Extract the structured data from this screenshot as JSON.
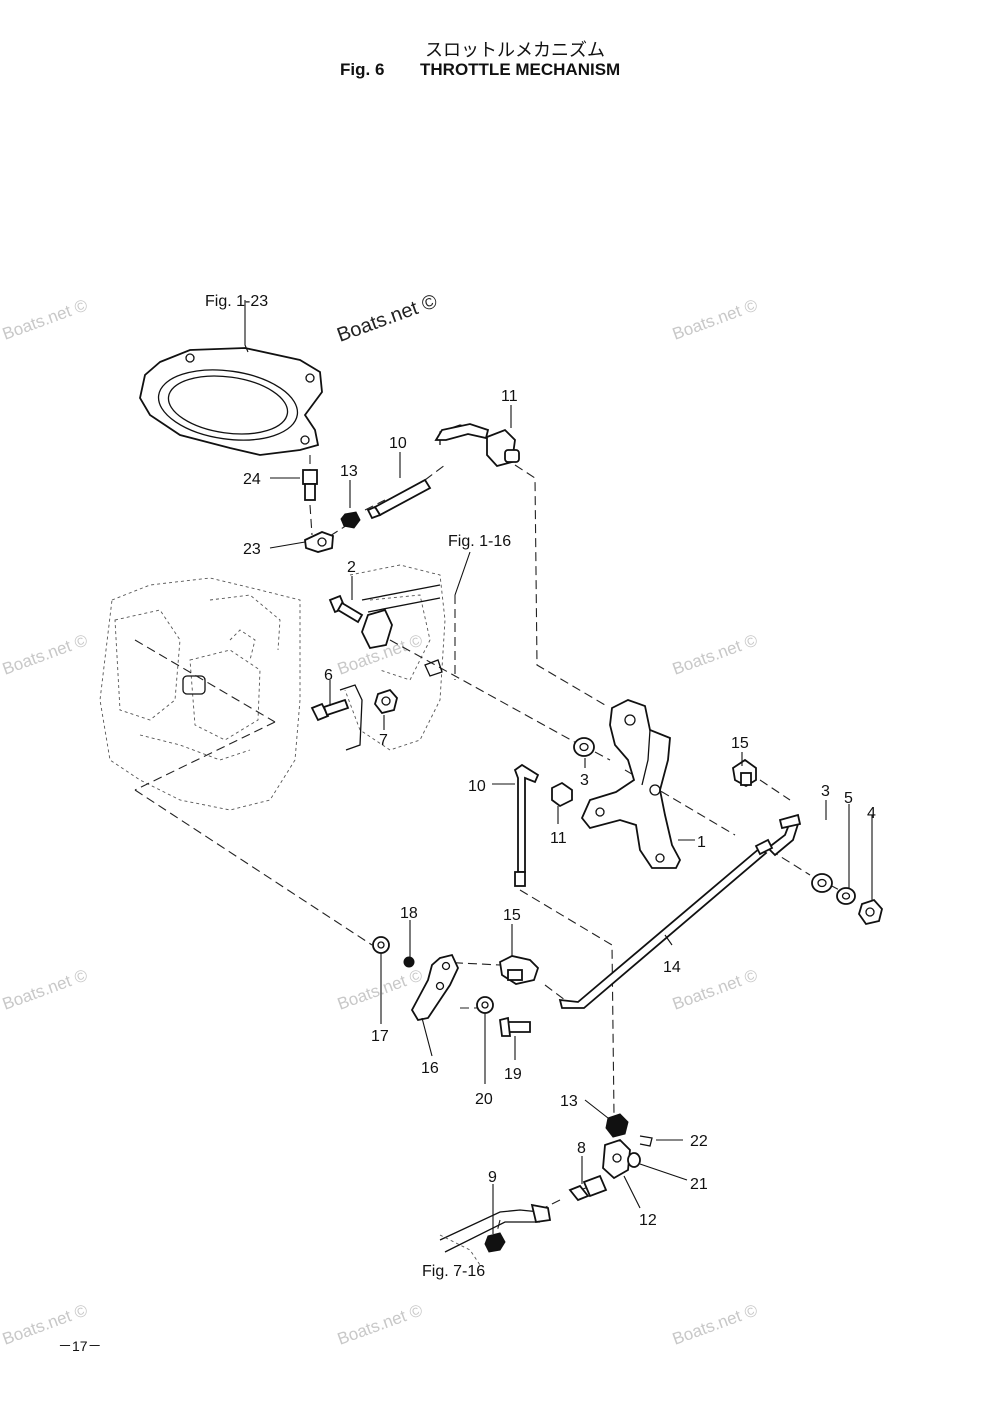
{
  "header": {
    "title_jp": "スロットルメカニズム",
    "fig_label": "Fig. 6",
    "title_en": "THROTTLE MECHANISM"
  },
  "references": {
    "fig_1_23": "Fig. 1-23",
    "fig_1_16": "Fig. 1-16",
    "fig_7_16": "Fig. 7-16"
  },
  "callouts": {
    "n1": "1",
    "n2": "2",
    "n3a": "3",
    "n3b": "3",
    "n4": "4",
    "n5": "5",
    "n6": "6",
    "n7": "7",
    "n8": "8",
    "n9": "9",
    "n10a": "10",
    "n10b": "10",
    "n11a": "11",
    "n11b": "11",
    "n12": "12",
    "n13a": "13",
    "n13b": "13",
    "n14": "14",
    "n15a": "15",
    "n15b": "15",
    "n16": "16",
    "n17": "17",
    "n18": "18",
    "n19": "19",
    "n20": "20",
    "n21": "21",
    "n22": "22",
    "n23": "23",
    "n24": "24"
  },
  "watermarks": {
    "text": "Boats.net ©",
    "main": "Boats.net ©"
  },
  "footer": {
    "page_number": "－17－"
  }
}
